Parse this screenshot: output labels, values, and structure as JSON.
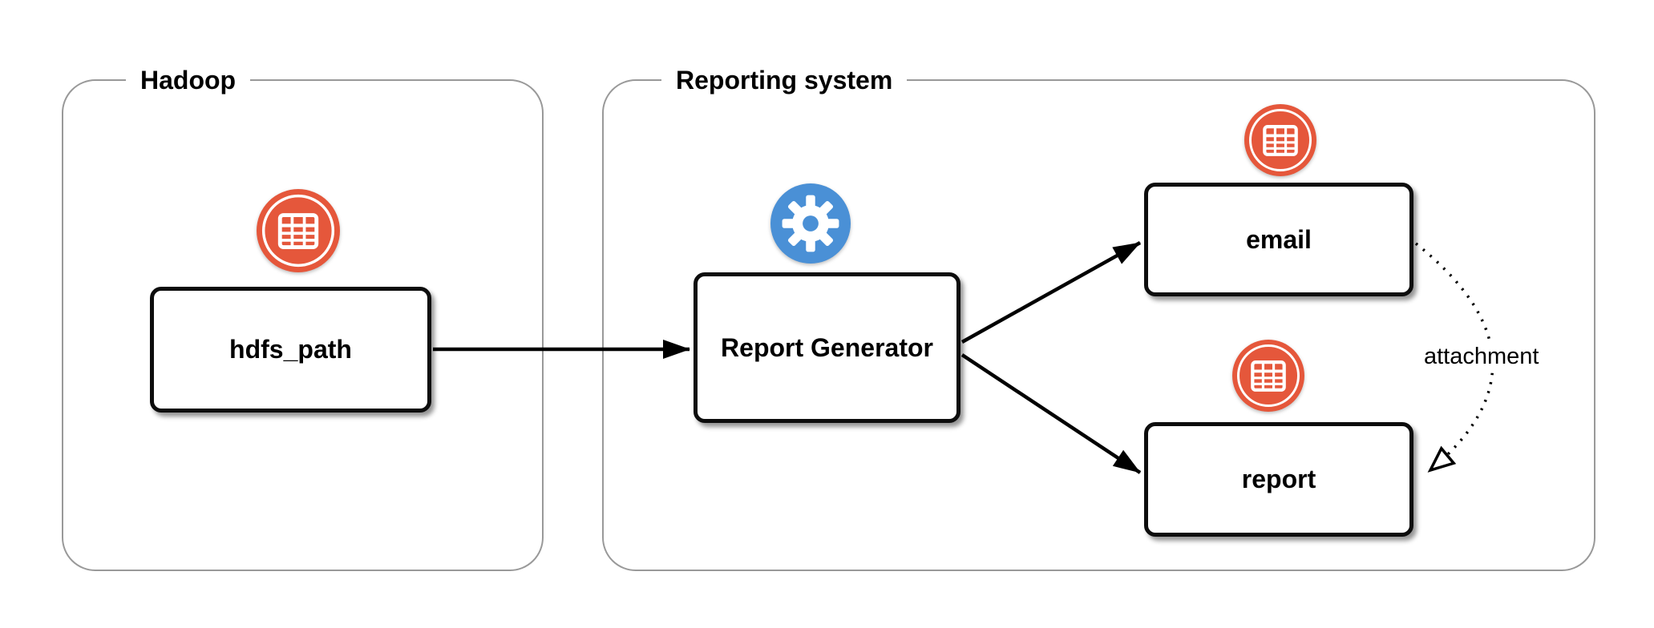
{
  "groups": {
    "hadoop": {
      "label": "Hadoop"
    },
    "reporting": {
      "label": "Reporting system"
    }
  },
  "nodes": {
    "hdfs_path": {
      "label": "hdfs_path",
      "icon": "table-icon"
    },
    "report_generator": {
      "label": "Report Generator",
      "icon": "gear-icon"
    },
    "email": {
      "label": "email",
      "icon": "table-icon"
    },
    "report": {
      "label": "report",
      "icon": "table-icon"
    }
  },
  "edges": [
    {
      "from": "hdfs_path",
      "to": "report_generator",
      "style": "solid",
      "arrowhead": "filled-triangle"
    },
    {
      "from": "report_generator",
      "to": "email",
      "style": "solid",
      "arrowhead": "filled-triangle"
    },
    {
      "from": "report_generator",
      "to": "report",
      "style": "solid",
      "arrowhead": "filled-triangle"
    },
    {
      "from": "email",
      "to": "report",
      "style": "dotted",
      "arrowhead": "open-triangle",
      "label": "attachment"
    }
  ],
  "colors": {
    "table_icon": "#E5573B",
    "gear_icon": "#4A90D6",
    "group_border": "#999999",
    "node_border": "#0D0D0D",
    "edge": "#000000"
  }
}
